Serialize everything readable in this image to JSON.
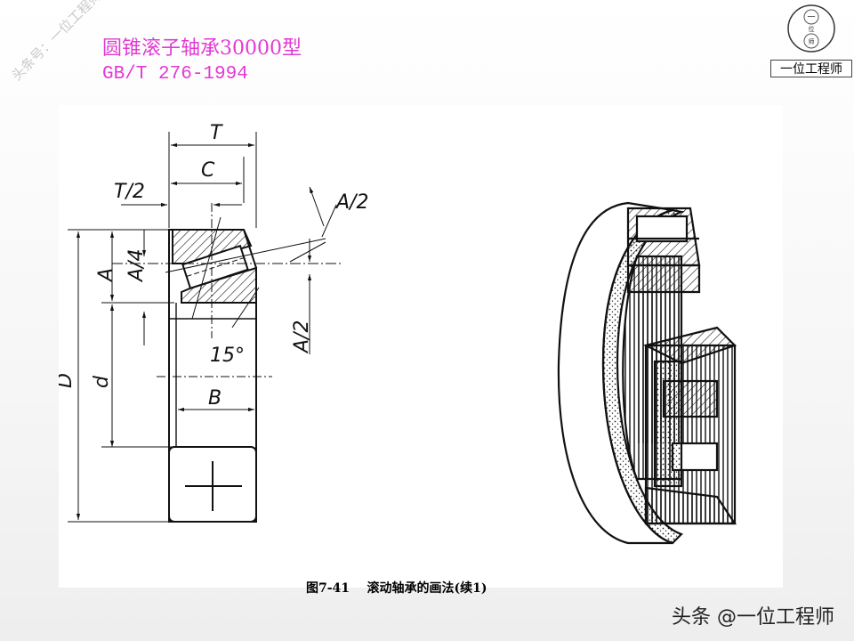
{
  "header": {
    "title": "圆锥滚子轴承30000型",
    "standard": "GB/T 276-1994"
  },
  "watermark": {
    "text": "头条号：一位工程师"
  },
  "logo": {
    "caption": "一位工程师"
  },
  "figure": {
    "labels": {
      "T": "T",
      "C": "C",
      "T_half": "T/2",
      "A_half_top": "A/2",
      "A": "A",
      "A_quarter": "A/4",
      "A_half_side": "A/2",
      "D": "D",
      "d": "d",
      "angle": "15°",
      "B": "B"
    },
    "caption": "图7-41    滚动轴承的画法(续1)"
  },
  "footer": {
    "attribution": "头条 @一位工程师"
  },
  "colors": {
    "title": "#e23ad4",
    "line": "#111111"
  }
}
